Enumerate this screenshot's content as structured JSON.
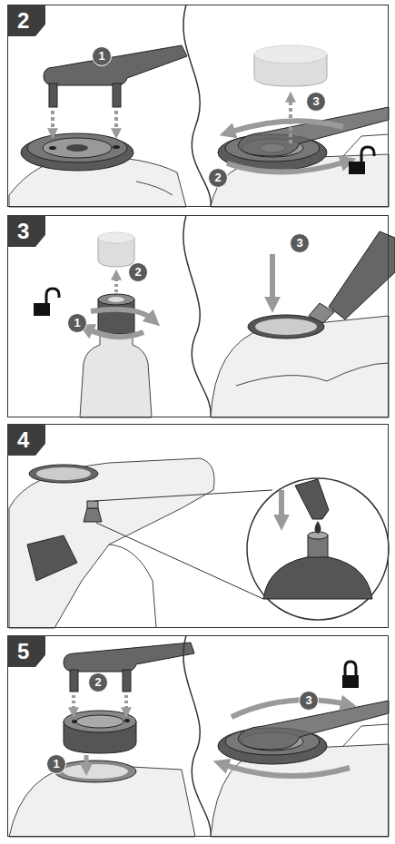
{
  "diagram": {
    "nodes": [
      {
        "text": [
          "2"
        ]
      },
      {
        "text": [
          "3"
        ]
      },
      {
        "text": [
          "4"
        ]
      },
      {
        "text": [
          "5"
        ]
      }
    ],
    "labels": [
      "1",
      "3",
      "2",
      "3",
      "2",
      "1",
      "2",
      "3",
      "1"
    ]
  }
}
